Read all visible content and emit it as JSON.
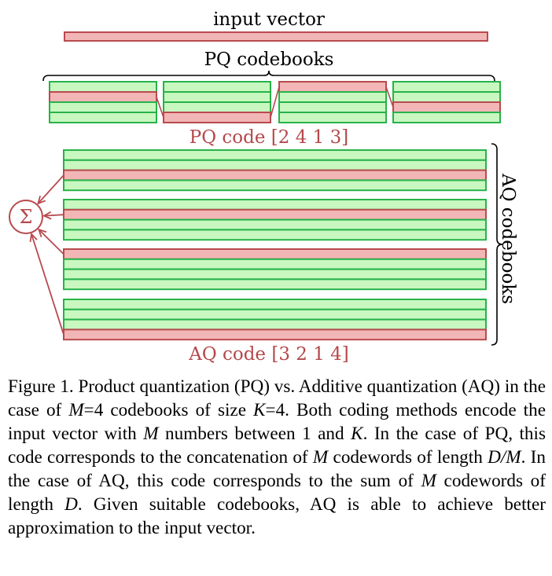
{
  "colors": {
    "green_fill": "#c8f7c0",
    "green_stroke": "#27b34a",
    "red_fill": "#f2b6b6",
    "red_stroke": "#b84a4e",
    "red_text": "#b5484b",
    "bracket": "#000000"
  },
  "diagram": {
    "input_label": "input vector",
    "pq_label": "PQ codebooks",
    "pq_code_label": "PQ code [2 4 1 3]",
    "pq_code": [
      2,
      4,
      1,
      3
    ],
    "aq_label": "AQ codebooks",
    "aq_code_label": "AQ code [3 2 1 4]",
    "aq_code": [
      3,
      2,
      1,
      4
    ],
    "sum_symbol": "Σ",
    "num_codebooks": 4,
    "codebook_size": 4
  },
  "caption": {
    "c1": "Figure 1. Product quantization (PQ) vs. Additive quantization (AQ) in the case of ",
    "M": "M",
    "c2": "=4 codebooks of size ",
    "K": "K",
    "c3": "=4. Both coding methods encode the input vector with ",
    "c4": " numbers between 1 and ",
    "c5": ". In the case of PQ, this code corresponds to the concatenation of ",
    "c6": " codewords of length ",
    "DM": "D/M",
    "c7": ". In the case of AQ, this code corresponds to the sum of ",
    "c8": " codewords of length ",
    "D": "D",
    "c9": ". Given suitable codebooks, AQ is able to achieve better approximation to the input vector."
  }
}
